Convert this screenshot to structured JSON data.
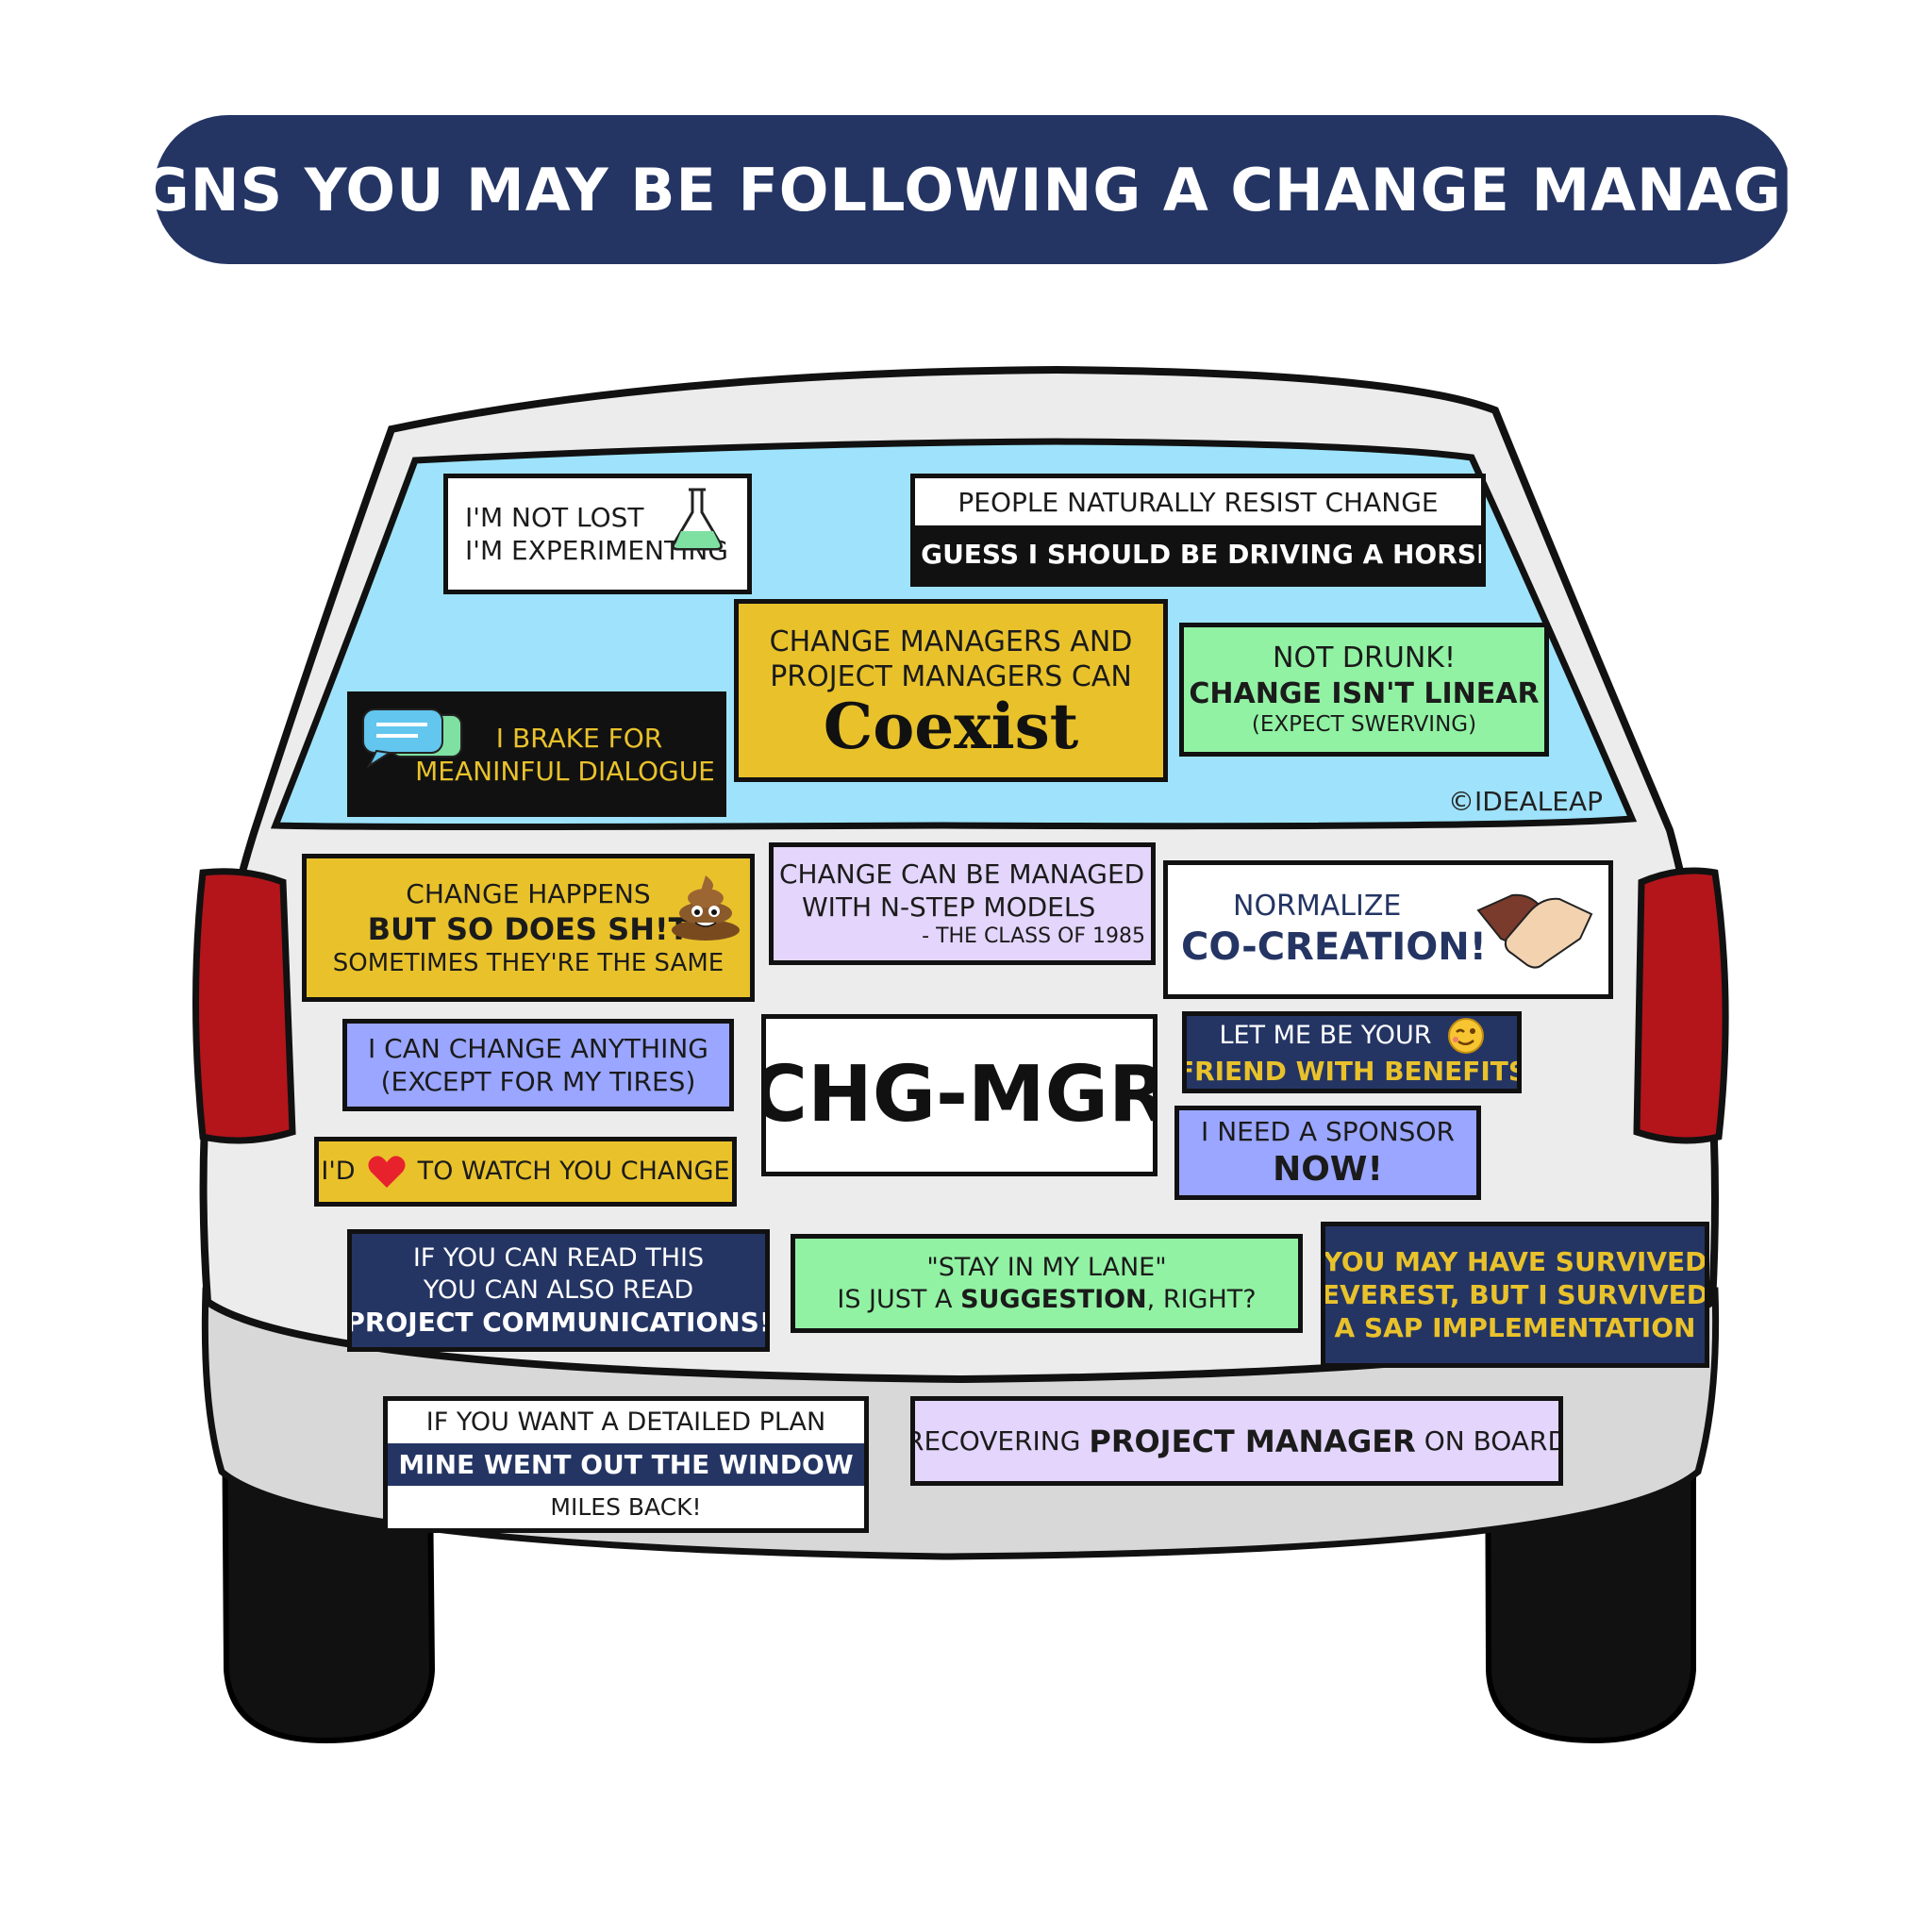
{
  "title": "SIGNS YOU MAY BE FOLLOWING A CHANGE MANAGER",
  "copyright": "©IDEALEAP",
  "colors": {
    "navy": "#243564",
    "yellow": "#e9c22b",
    "green": "#91f2a3",
    "lavender": "#e3d5fb",
    "periwinkle": "#9aa6ff",
    "window": "#9ee3fb",
    "car_body": "#ececec",
    "tail_light": "#b3151b"
  },
  "stickers": {
    "lost": {
      "line1": "I'M NOT LOST",
      "line2": "I'M EXPERIMENTING",
      "icon": "flask-icon"
    },
    "resist": {
      "line1": "PEOPLE NATURALLY RESIST CHANGE",
      "line2": "I GUESS I SHOULD BE DRIVING A HORSE"
    },
    "coexist": {
      "line1": "CHANGE MANAGERS AND",
      "line2": "PROJECT MANAGERS CAN",
      "line3": "Coexist"
    },
    "drunk": {
      "line1": "NOT DRUNK!",
      "line2": "CHANGE ISN'T LINEAR",
      "line3": "(EXPECT SWERVING)"
    },
    "brake": {
      "line1": "I BRAKE FOR",
      "line2": "MEANINFUL DIALOGUE",
      "icon": "chat-bubbles-icon"
    },
    "happens": {
      "line1": "CHANGE HAPPENS",
      "line2": "BUT SO DOES SH!T",
      "line3": "SOMETIMES THEY'RE THE SAME",
      "icon": "poo-icon"
    },
    "nstep": {
      "line1": "CHANGE CAN BE MANAGED",
      "line2": "WITH N-STEP MODELS",
      "line3": "- THE CLASS OF 1985"
    },
    "cocreate": {
      "line1": "NORMALIZE",
      "line2": "CO-CREATION!",
      "icon": "handshake-icon"
    },
    "tires": {
      "line1": "I CAN CHANGE ANYTHING",
      "line2": "(EXCEPT FOR MY TIRES)"
    },
    "plate": {
      "text": "CHG-MGR"
    },
    "friend": {
      "line1": "LET ME BE YOUR",
      "line2": "FRIEND WITH BENEFITS",
      "icon": "wink-icon"
    },
    "heart": {
      "before": "I'D",
      "after": "TO WATCH YOU CHANGE",
      "icon": "heart-icon"
    },
    "sponsor": {
      "line1": "I NEED A SPONSOR",
      "line2": "NOW!"
    },
    "read": {
      "line1": "IF YOU CAN READ THIS",
      "line2": "YOU CAN ALSO READ",
      "line3": "PROJECT COMMUNICATIONS!"
    },
    "lane": {
      "line1": "\"STAY IN MY LANE\"",
      "line2_pre": "IS JUST A ",
      "line2_bold": "SUGGESTION",
      "line2_post": ", RIGHT?"
    },
    "everest": {
      "line1": "YOU MAY HAVE SURVIVED",
      "line2": "EVEREST, BUT I SURVIVED",
      "line3": "A SAP IMPLEMENTATION"
    },
    "plan": {
      "line1": "IF YOU WANT A DETAILED PLAN",
      "line2": "MINE WENT OUT THE WINDOW",
      "line3": "MILES BACK!"
    },
    "recovering": {
      "pre": "RECOVERING ",
      "bold": "PROJECT MANAGER",
      "post": " ON BOARD"
    }
  }
}
